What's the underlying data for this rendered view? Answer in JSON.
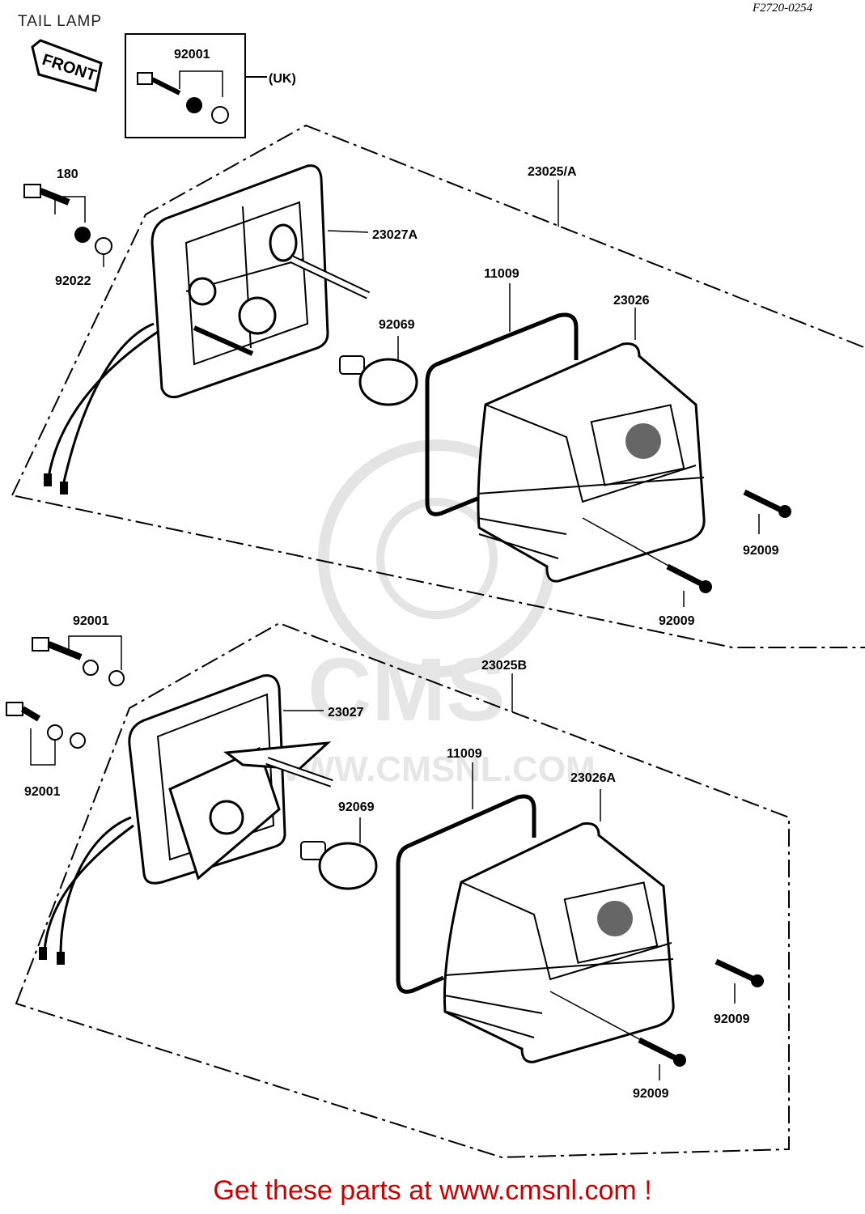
{
  "header": {
    "title": "TAIL LAMP",
    "code": "F2720-0254"
  },
  "tags": {
    "front": "FRONT",
    "uk": "(UK)"
  },
  "watermark": {
    "logo": "CMS",
    "url": "WWW.CMSNL.COM"
  },
  "parts": {
    "p92001_top": "92001",
    "p180": "180",
    "p92022": "92022",
    "p23027A": "23027A",
    "p23025A": "23025/A",
    "p11009_top": "11009",
    "p23026": "23026",
    "p92069_top": "92069",
    "p92009_top_right": "92009",
    "p92009_top_bottom": "92009",
    "p92001_mid": "92001",
    "p92001_low": "92001",
    "p23027": "23027",
    "p23025B": "23025B",
    "p11009_bottom": "11009",
    "p23026A": "23026A",
    "p92069_bottom": "92069",
    "p92009_bottom_right": "92009",
    "p92009_bottom_bottom": "92009"
  },
  "footer": {
    "banner": "Get these parts at www.cmsnl.com !",
    "banner_color": "#cc0000"
  }
}
